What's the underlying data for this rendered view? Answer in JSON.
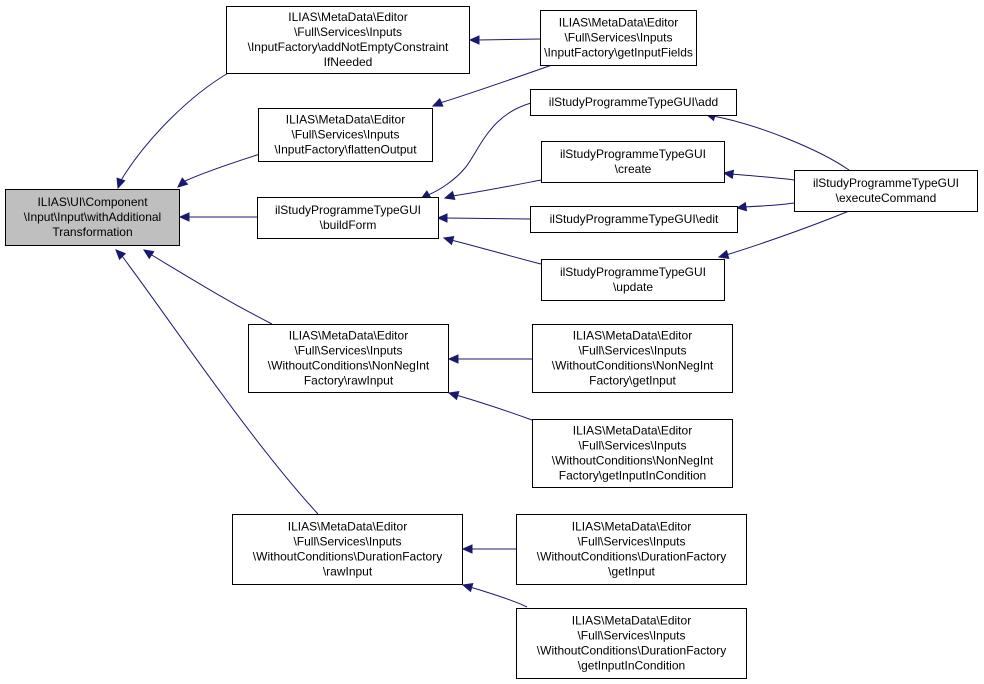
{
  "colors": {
    "edge": "#191970",
    "node_fill": "#ffffff",
    "root_fill": "#bfbfbf",
    "border": "#000000"
  },
  "nodes": [
    {
      "id": "root",
      "lines": [
        "ILIAS\\UI\\Component",
        "\\Input\\Input\\withAdditional",
        "Transformation"
      ],
      "highlighted": true
    },
    {
      "id": "addnotempty",
      "lines": [
        "ILIAS\\MetaData\\Editor",
        "\\Full\\Services\\Inputs",
        "\\InputFactory\\addNotEmptyConstraint",
        "IfNeeded"
      ]
    },
    {
      "id": "getinputfields",
      "lines": [
        "ILIAS\\MetaData\\Editor",
        "\\Full\\Services\\Inputs",
        "\\InputFactory\\getInputFields"
      ]
    },
    {
      "id": "flattenoutput",
      "lines": [
        "ILIAS\\MetaData\\Editor",
        "\\Full\\Services\\Inputs",
        "\\InputFactory\\flattenOutput"
      ]
    },
    {
      "id": "sp_add",
      "lines": [
        "ilStudyProgrammeTypeGUI\\add"
      ]
    },
    {
      "id": "sp_create",
      "lines": [
        "ilStudyProgrammeTypeGUI",
        "\\create"
      ]
    },
    {
      "id": "sp_buildform",
      "lines": [
        "ilStudyProgrammeTypeGUI",
        "\\buildForm"
      ]
    },
    {
      "id": "sp_edit",
      "lines": [
        "ilStudyProgrammeTypeGUI\\edit"
      ]
    },
    {
      "id": "sp_update",
      "lines": [
        "ilStudyProgrammeTypeGUI",
        "\\update"
      ]
    },
    {
      "id": "sp_execute",
      "lines": [
        "ilStudyProgrammeTypeGUI",
        "\\executeCommand"
      ]
    },
    {
      "id": "nonneg_raw",
      "lines": [
        "ILIAS\\MetaData\\Editor",
        "\\Full\\Services\\Inputs",
        "\\WithoutConditions\\NonNegInt",
        "Factory\\rawInput"
      ]
    },
    {
      "id": "nonneg_get",
      "lines": [
        "ILIAS\\MetaData\\Editor",
        "\\Full\\Services\\Inputs",
        "\\WithoutConditions\\NonNegInt",
        "Factory\\getInput"
      ]
    },
    {
      "id": "nonneg_getcond",
      "lines": [
        "ILIAS\\MetaData\\Editor",
        "\\Full\\Services\\Inputs",
        "\\WithoutConditions\\NonNegInt",
        "Factory\\getInputInCondition"
      ]
    },
    {
      "id": "duration_raw",
      "lines": [
        "ILIAS\\MetaData\\Editor",
        "\\Full\\Services\\Inputs",
        "\\WithoutConditions\\DurationFactory",
        "\\rawInput"
      ]
    },
    {
      "id": "duration_get",
      "lines": [
        "ILIAS\\MetaData\\Editor",
        "\\Full\\Services\\Inputs",
        "\\WithoutConditions\\DurationFactory",
        "\\getInput"
      ]
    },
    {
      "id": "duration_getcond",
      "lines": [
        "ILIAS\\MetaData\\Editor",
        "\\Full\\Services\\Inputs",
        "\\WithoutConditions\\DurationFactory",
        "\\getInputInCondition"
      ]
    }
  ],
  "edges": [
    {
      "from": "addnotempty",
      "to": "root"
    },
    {
      "from": "flattenoutput",
      "to": "root"
    },
    {
      "from": "sp_buildform",
      "to": "root"
    },
    {
      "from": "nonneg_raw",
      "to": "root"
    },
    {
      "from": "duration_raw",
      "to": "root"
    },
    {
      "from": "getinputfields",
      "to": "addnotempty"
    },
    {
      "from": "getinputfields",
      "to": "flattenoutput"
    },
    {
      "from": "sp_add",
      "to": "sp_buildform"
    },
    {
      "from": "sp_create",
      "to": "sp_buildform"
    },
    {
      "from": "sp_edit",
      "to": "sp_buildform"
    },
    {
      "from": "sp_update",
      "to": "sp_buildform"
    },
    {
      "from": "sp_execute",
      "to": "sp_add"
    },
    {
      "from": "sp_execute",
      "to": "sp_create"
    },
    {
      "from": "sp_execute",
      "to": "sp_edit"
    },
    {
      "from": "sp_execute",
      "to": "sp_update"
    },
    {
      "from": "nonneg_get",
      "to": "nonneg_raw"
    },
    {
      "from": "nonneg_getcond",
      "to": "nonneg_raw"
    },
    {
      "from": "duration_get",
      "to": "duration_raw"
    },
    {
      "from": "duration_getcond",
      "to": "duration_raw"
    }
  ]
}
